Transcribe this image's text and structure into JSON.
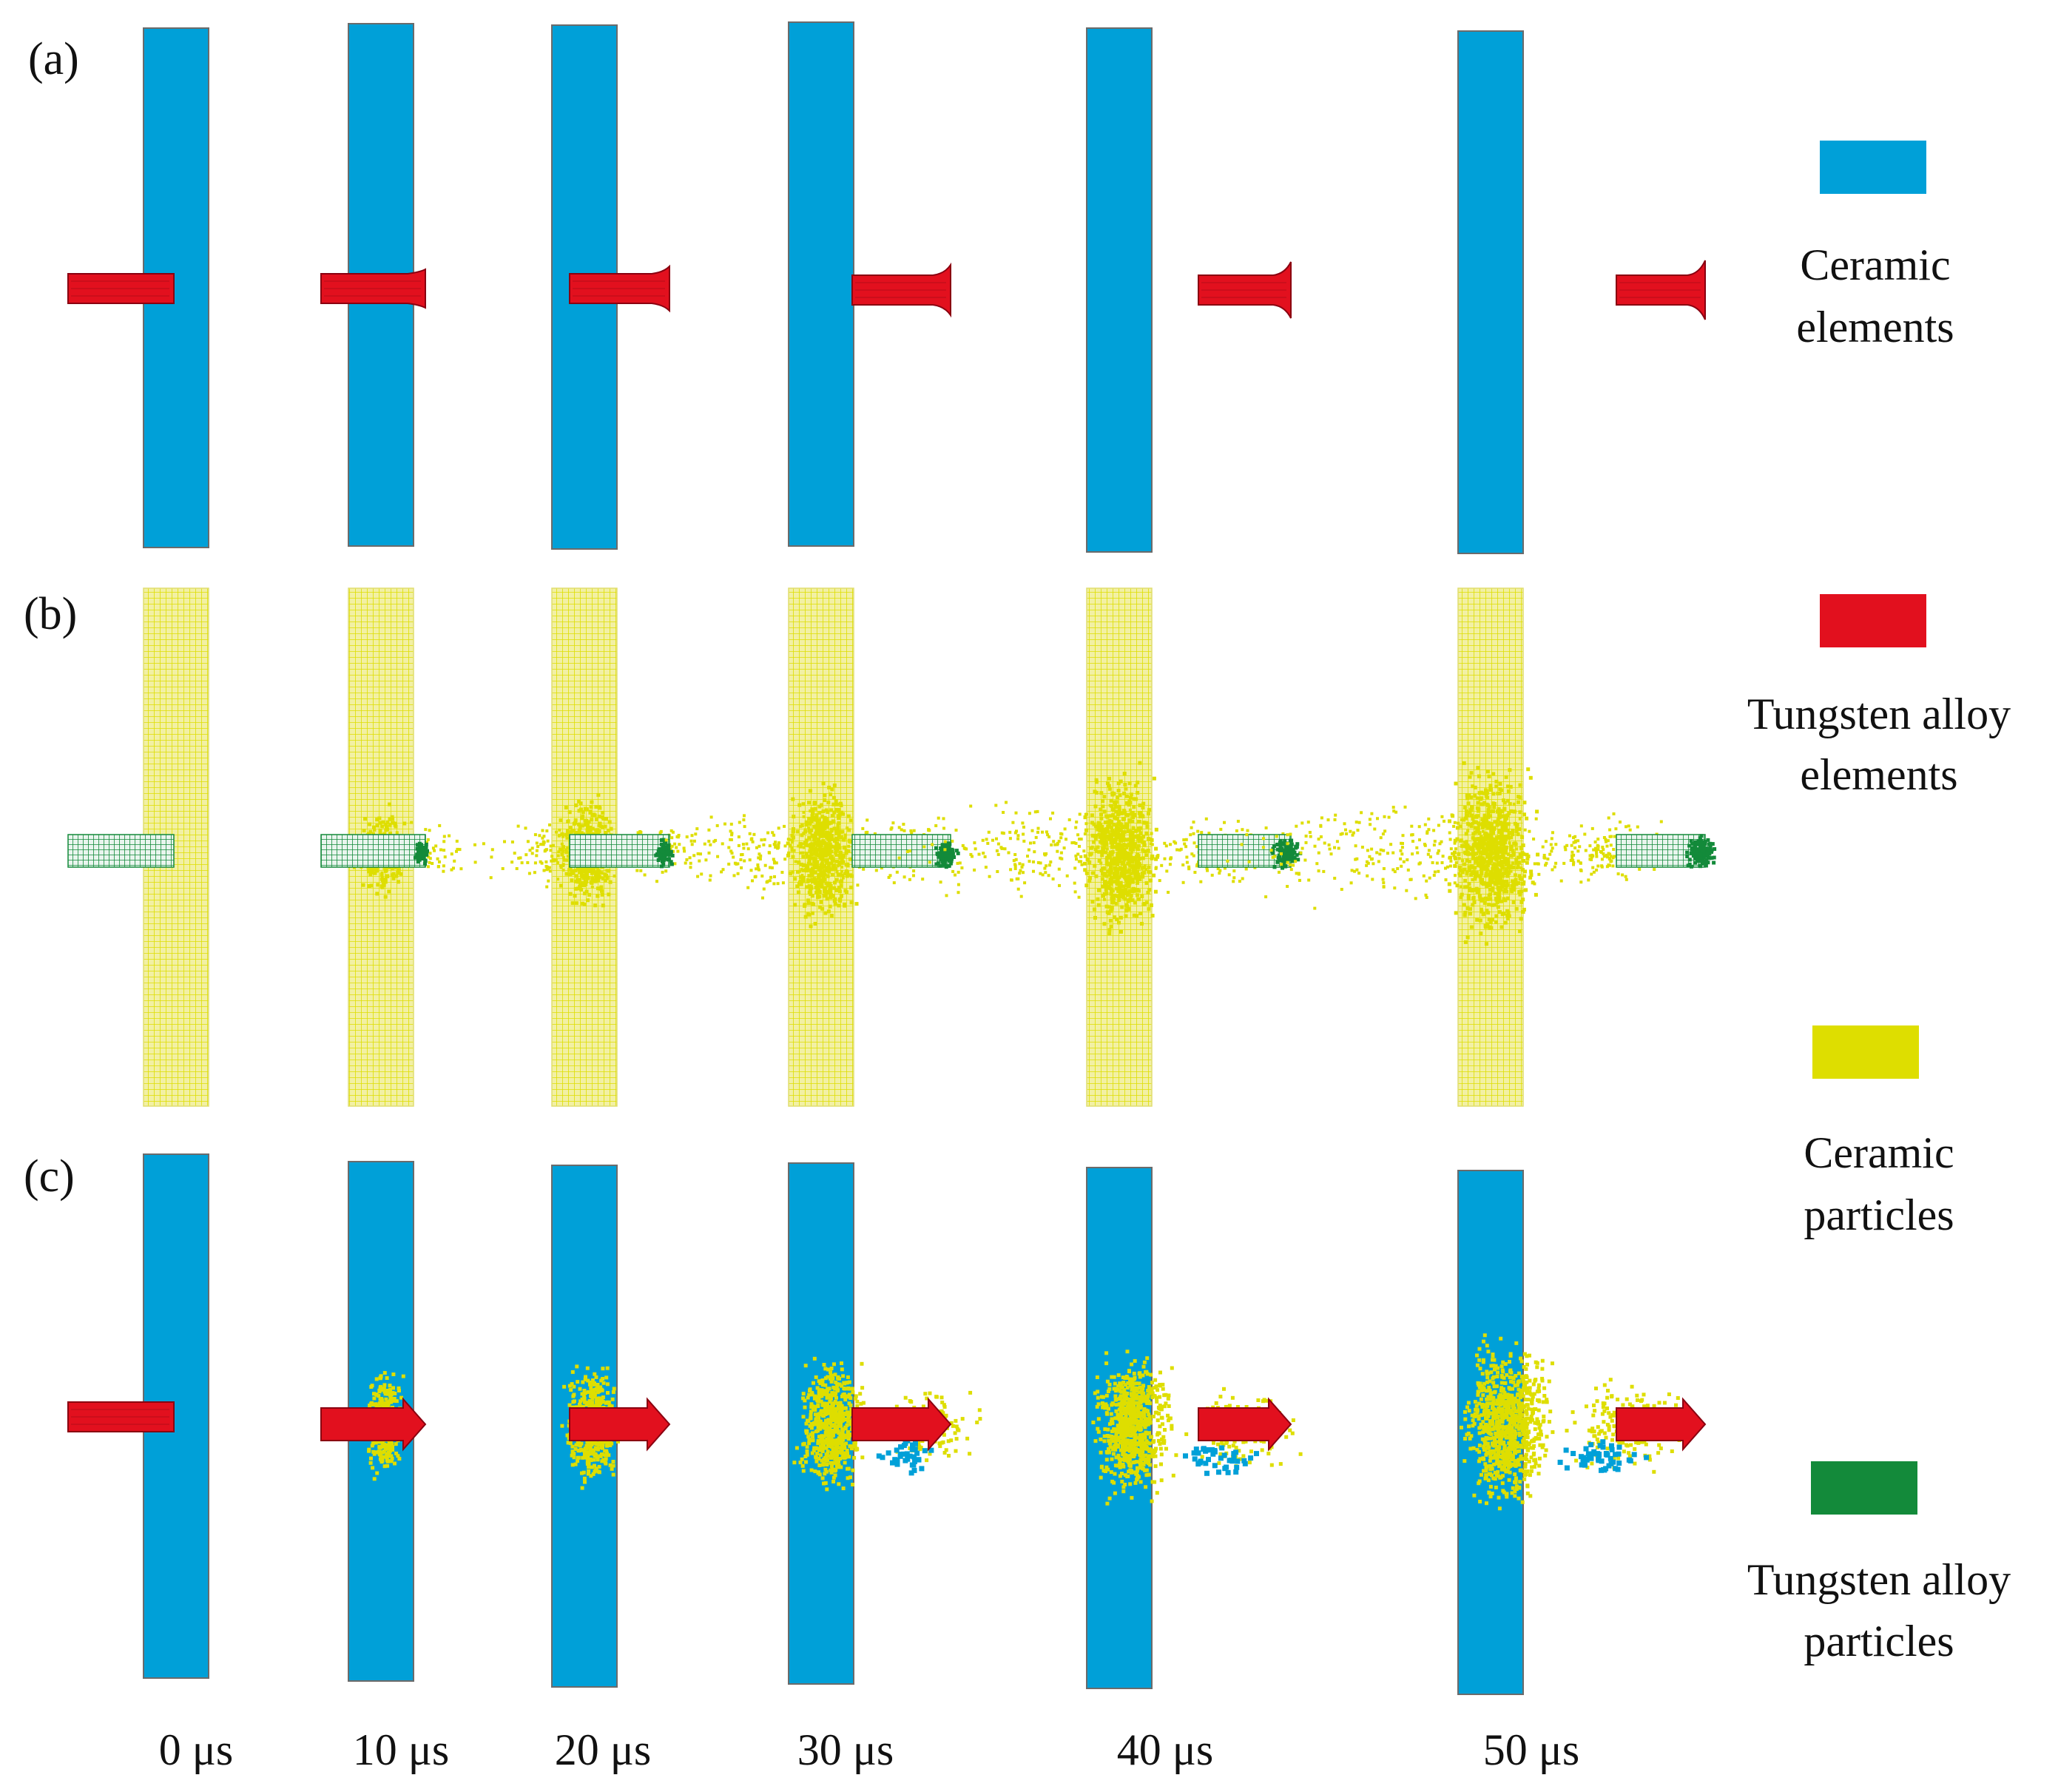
{
  "panels": [
    {
      "label": "(a)",
      "mode": "elements"
    },
    {
      "label": "(b)",
      "mode": "particles"
    },
    {
      "label": "(c)",
      "mode": "coupled"
    }
  ],
  "time_labels": [
    "0 μs",
    "10 μs",
    "20 μs",
    "30 μs",
    "40 μs",
    "50 μs"
  ],
  "legend": [
    {
      "key": "ceramic-elements",
      "line1": "Ceramic",
      "line2": "elements",
      "color": "#00a0d8"
    },
    {
      "key": "tungsten-alloy-elements",
      "line1": "Tungsten alloy",
      "line2": "elements",
      "color": "#e2101e"
    },
    {
      "key": "ceramic-particles",
      "line1": "Ceramic",
      "line2": "particles",
      "color": "#dede00"
    },
    {
      "key": "tungsten-alloy-particles",
      "line1": "Tungsten alloy",
      "line2": "particles",
      "color": "#138a3a"
    }
  ],
  "colors": {
    "ceramic_element": "#00a0d8",
    "tungsten_element": "#e2101e",
    "ceramic_particle": "#dede00",
    "tungsten_particle": "#138a3a",
    "outline": "#6b6b6b"
  }
}
